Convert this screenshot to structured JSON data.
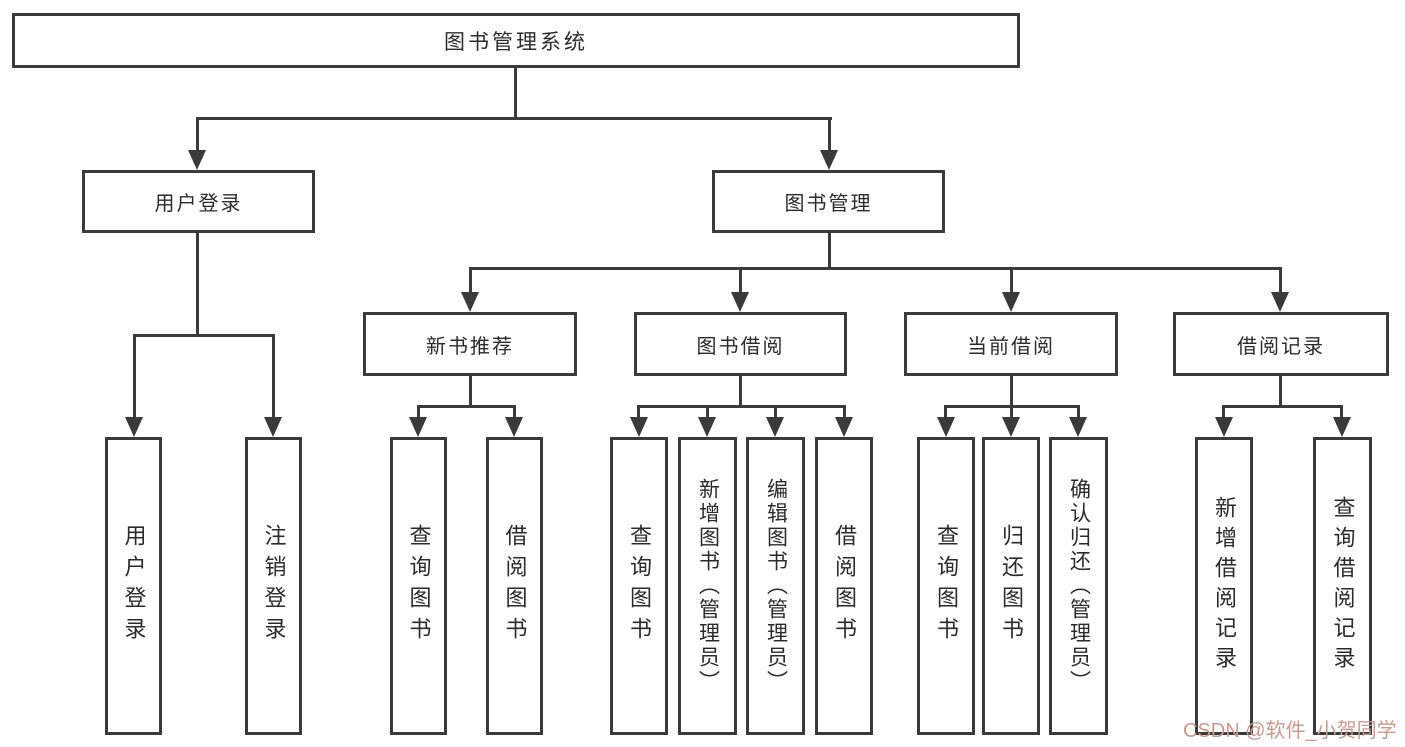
{
  "root": {
    "label": "图书管理系统"
  },
  "branches": {
    "user_login": {
      "label": "用户登录",
      "children": [
        {
          "label": "用户登录"
        },
        {
          "label": "注销登录"
        }
      ]
    },
    "book_management": {
      "label": "图书管理",
      "children": [
        {
          "label": "新书推荐",
          "children": [
            {
              "label": "查询图书"
            },
            {
              "label": "借阅图书"
            }
          ]
        },
        {
          "label": "图书借阅",
          "children": [
            {
              "label": "查询图书"
            },
            {
              "label": "新增图书（管理员）"
            },
            {
              "label": "编辑图书（管理员）"
            },
            {
              "label": "借阅图书"
            }
          ]
        },
        {
          "label": "当前借阅",
          "children": [
            {
              "label": "查询图书"
            },
            {
              "label": "归还图书"
            },
            {
              "label": "确认归还（管理员）"
            }
          ]
        },
        {
          "label": "借阅记录",
          "children": [
            {
              "label": "新增借阅记录"
            },
            {
              "label": "查询借阅记录"
            }
          ]
        }
      ]
    }
  },
  "watermark": {
    "text": "CSDN @软件_小贺同学",
    "color": "#c79a90"
  },
  "style": {
    "line_color": "#3a3a3a",
    "border_color": "#3a3a3a",
    "text_color": "#2b2b2b",
    "background": "#ffffff"
  }
}
